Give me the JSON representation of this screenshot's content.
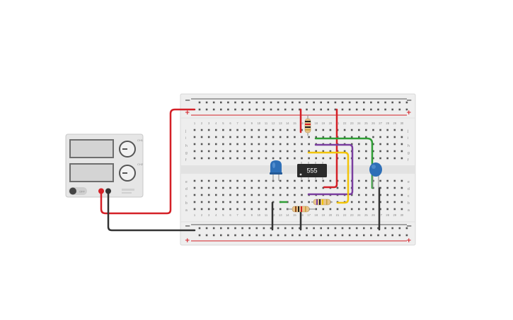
{
  "power_supply": {
    "off_label": "OFF",
    "knob_labels": [
      "CH1",
      "CH2"
    ]
  },
  "breadboard": {
    "row_letters_top": [
      "j",
      "i",
      "h",
      "g",
      "f"
    ],
    "row_letters_bottom": [
      "e",
      "d",
      "c",
      "b",
      "a"
    ],
    "rail_plus": "+",
    "rail_minus": "−"
  },
  "chip": {
    "label": "555"
  },
  "colors": {
    "wire_red": "#d42027",
    "wire_black": "#333333",
    "wire_green": "#2f9e35",
    "wire_purple": "#7b3fa0",
    "wire_yellow": "#f2c40a",
    "component_blue": "#2e6fb7",
    "board": "#eeeeee"
  }
}
